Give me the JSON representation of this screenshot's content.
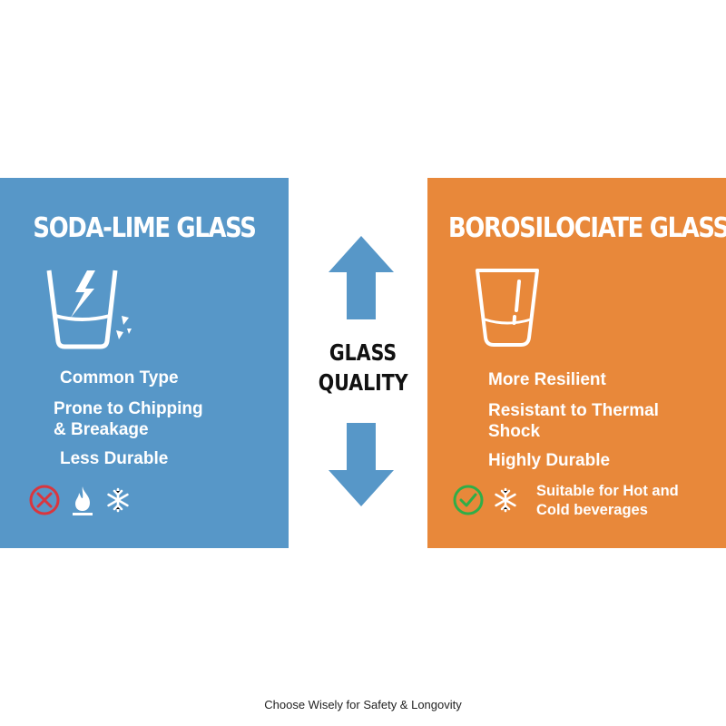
{
  "left_panel": {
    "title": "SODA-LIME GLASS",
    "features": [
      "Common Type",
      "Prone to Chipping",
      "& Breakage",
      "Less Durable"
    ],
    "icons": [
      "cross-circle-icon",
      "flame-icon",
      "snowflake-icon"
    ],
    "color": "#5797c8"
  },
  "right_panel": {
    "title": "BOROSILOCIATE GLASS",
    "features": [
      "More Resilient",
      "Resistant to Thermal",
      "Shock",
      "Highly Durable"
    ],
    "icons": [
      "check-circle-icon",
      "snowflake-icon"
    ],
    "suitability": [
      "Suitable for Hot and",
      "Cold beverages"
    ],
    "color": "#e8883a"
  },
  "center": {
    "label_line1": "GLASS",
    "label_line2": "QUALITY",
    "arrow_color": "#5797c8"
  },
  "footer": "Choose Wisely for Safety & Longovity"
}
